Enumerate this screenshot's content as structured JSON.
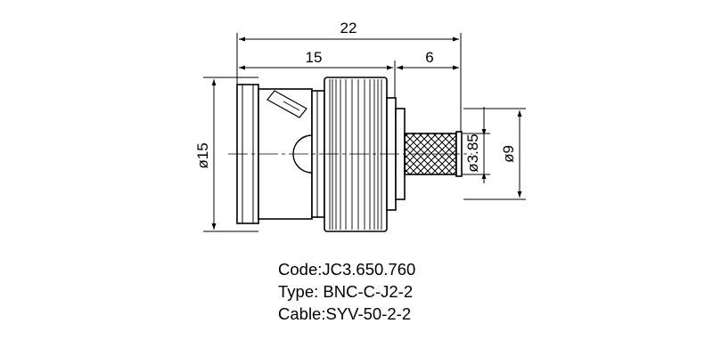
{
  "dimensions": {
    "overall_length": "22",
    "body_length": "15",
    "crimp_length": "6",
    "body_diameter": "ø15",
    "pin_diameter": "ø3.85",
    "ferrule_diameter": "ø9"
  },
  "specs": {
    "code": "Code:JC3.650.760",
    "type": "Type: BNC-C-J2-2",
    "cable": "Cable:SYV-50-2-2"
  }
}
